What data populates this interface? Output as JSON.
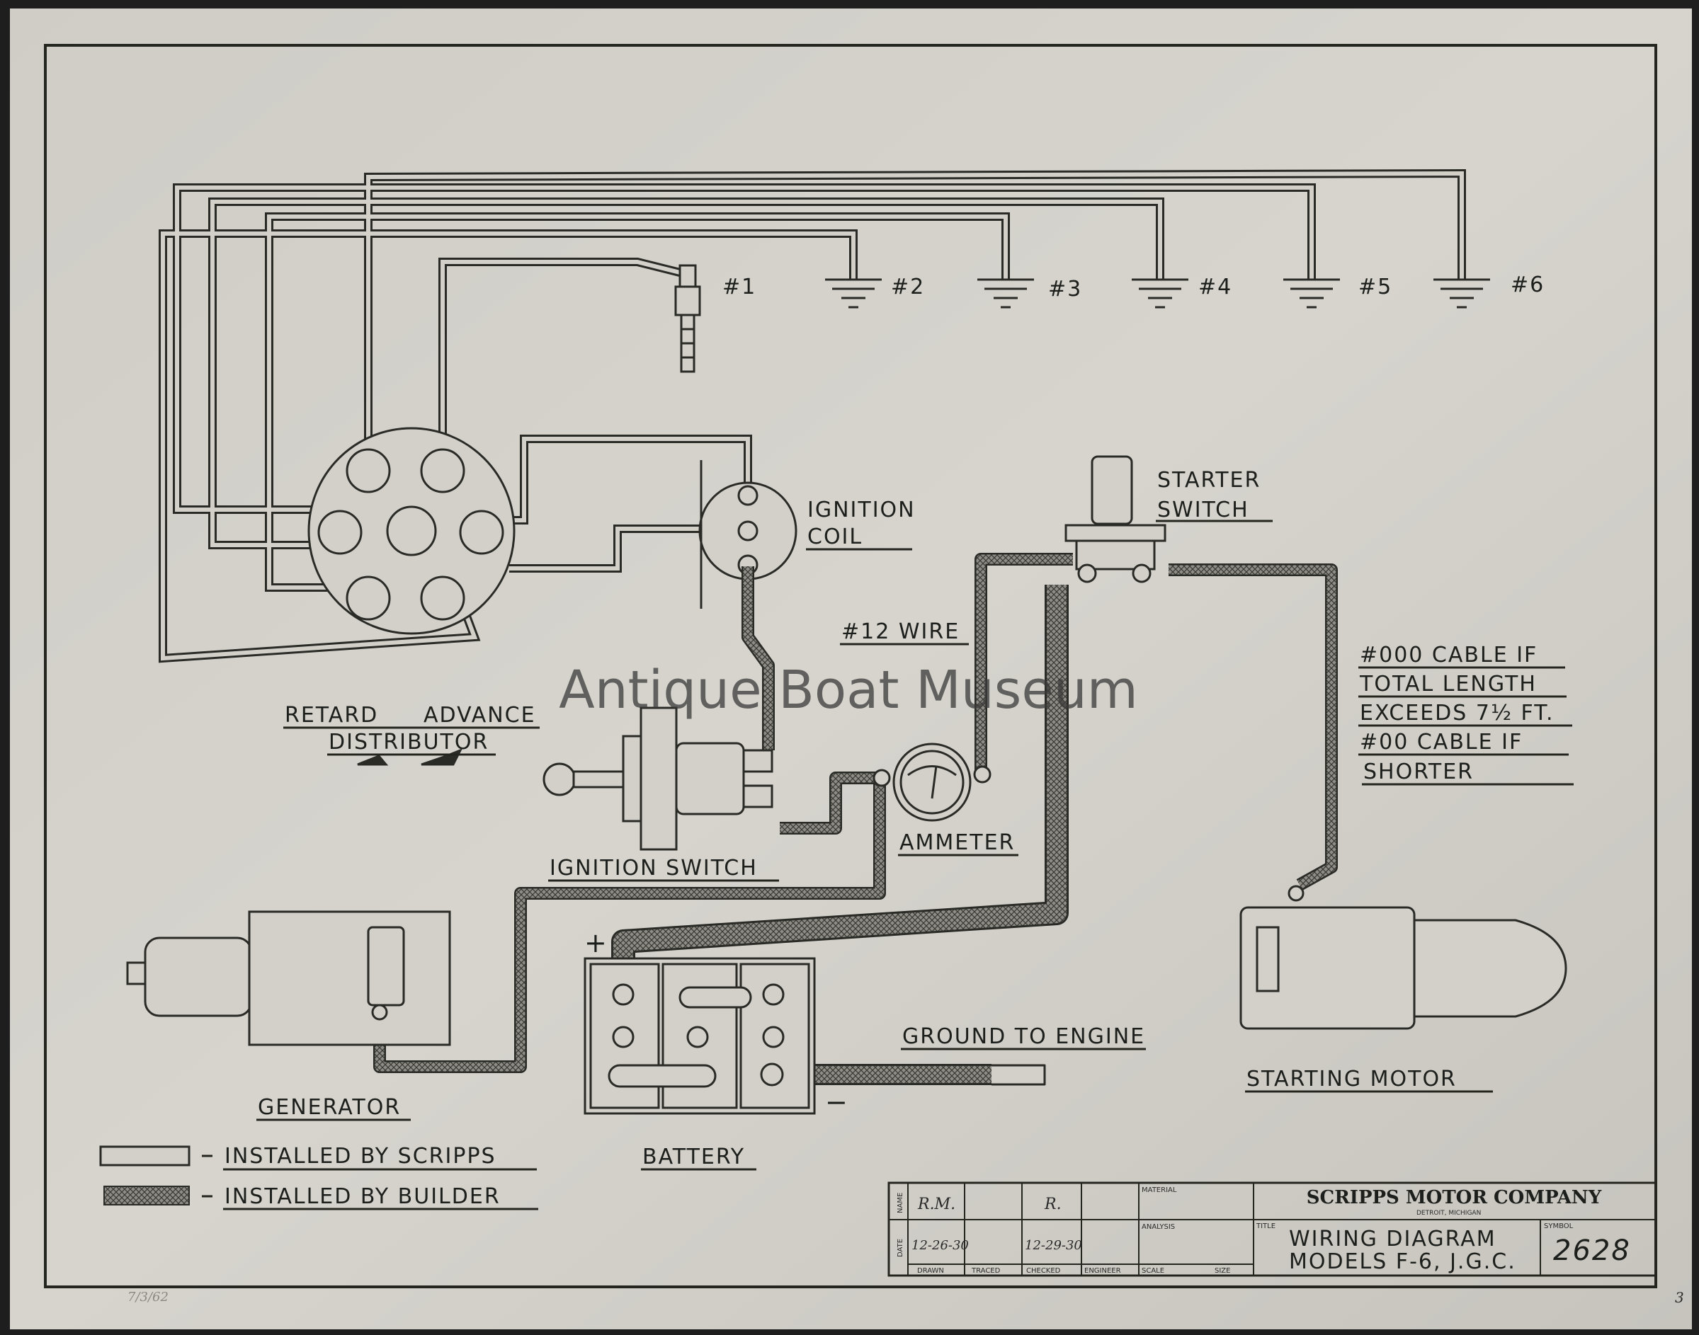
{
  "watermark": "Antique Boat Museum",
  "plugs": [
    "#1",
    "#2",
    "#3",
    "#4",
    "#5",
    "#6"
  ],
  "labels": {
    "ignition_coil": [
      "IGNITION",
      "COIL"
    ],
    "starter_switch": [
      "STARTER",
      "SWITCH"
    ],
    "wire_12": "#12 WIRE",
    "cable_note": [
      "#000 CABLE IF",
      "TOTAL LENGTH",
      "EXCEEDS 7½ FT.",
      "#00 CABLE IF",
      "SHORTER"
    ],
    "retard": "RETARD",
    "advance": "ADVANCE",
    "distributor": "DISTRIBUTOR",
    "ignition_switch": "IGNITION SWITCH",
    "ammeter": "AMMETER",
    "generator": "GENERATOR",
    "battery": "BATTERY",
    "ground": "GROUND TO ENGINE",
    "starting_motor": "STARTING MOTOR",
    "plus": "+",
    "minus": "−"
  },
  "legend": [
    {
      "style": "plain",
      "label": "INSTALLED BY SCRIPPS"
    },
    {
      "style": "hatched",
      "label": "INSTALLED BY BUILDER"
    }
  ],
  "title_block": {
    "company": "SCRIPPS MOTOR COMPANY",
    "location": "DETROIT, MICHIGAN",
    "name_label": "NAME",
    "date_label": "DATE",
    "drawn_name": "R.M.",
    "drawn_date": "12-26-30",
    "checked_name": "R.",
    "checked_date": "12-29-30",
    "columns": [
      "DRAWN",
      "TRACED",
      "CHECKED",
      "ENGINEER",
      "SCALE",
      "SIZE"
    ],
    "material_label": "MATERIAL",
    "analysis_label": "ANALYSIS",
    "title_label": "TITLE",
    "title": [
      "WIRING DIAGRAM",
      "MODELS F-6, J.G.C."
    ],
    "symbol_label": "SYMBOL",
    "symbol": "2628"
  },
  "annotations": {
    "pencil_note": "7/3/62",
    "sheet_no": "3"
  }
}
